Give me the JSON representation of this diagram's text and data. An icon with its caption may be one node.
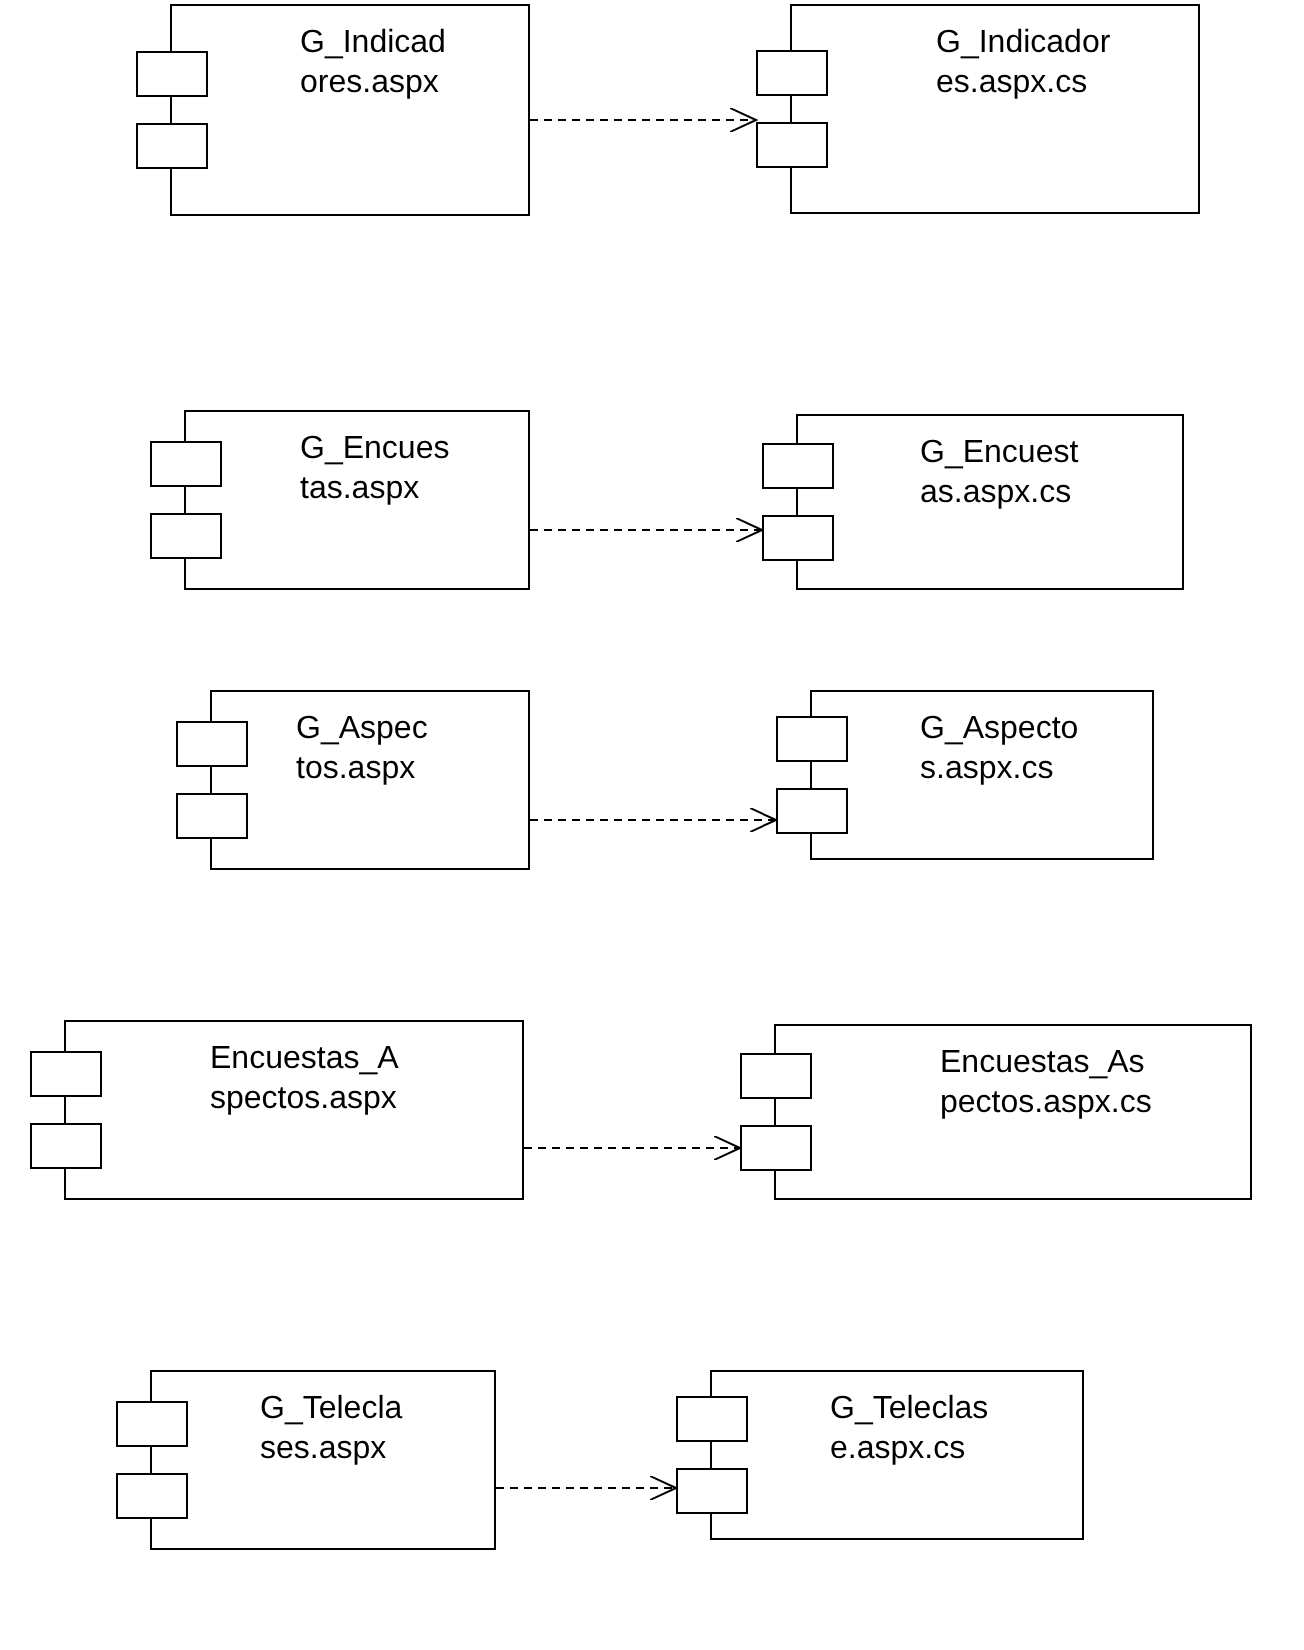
{
  "diagram": {
    "nodes": [
      {
        "text": [
          "G_Indicad ores.aspx"
        ]
      },
      {
        "text": [
          "G_Indicador es.aspx.cs"
        ]
      },
      {
        "text": [
          "G_Encues tas.aspx"
        ]
      },
      {
        "text": [
          "G_Encuest as.aspx.cs"
        ]
      },
      {
        "text": [
          "G_Aspec tos.aspx"
        ]
      },
      {
        "text": [
          "G_Aspecto s.aspx.cs"
        ]
      },
      {
        "text": [
          "Encuestas_A spectos.aspx"
        ]
      },
      {
        "text": [
          "Encuestas_As pectos.aspx.cs"
        ]
      },
      {
        "text": [
          "G_Telecla ses.aspx"
        ]
      },
      {
        "text": [
          "G_Teleclas e.aspx.cs"
        ]
      }
    ],
    "edges": [
      {
        "from": 0,
        "to": 1,
        "arrow": "to",
        "style": "dashed"
      },
      {
        "from": 2,
        "to": 3,
        "arrow": "to",
        "style": "dashed"
      },
      {
        "from": 4,
        "to": 5,
        "arrow": "to",
        "style": "dashed"
      },
      {
        "from": 6,
        "to": 7,
        "arrow": "to",
        "style": "dashed"
      },
      {
        "from": 8,
        "to": 9,
        "arrow": "to",
        "style": "dashed"
      }
    ]
  }
}
